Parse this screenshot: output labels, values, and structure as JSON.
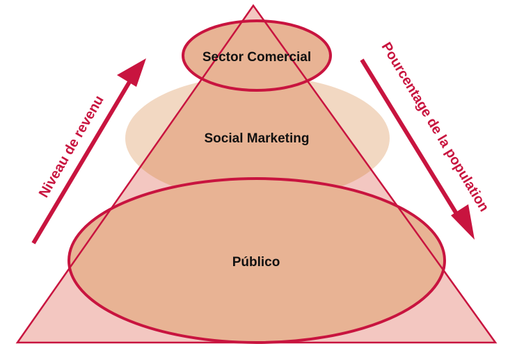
{
  "labels": {
    "top": "Sector Comercial",
    "middle": "Social Marketing",
    "bottom": "Público"
  },
  "arrows": {
    "left": "Niveau de revenu",
    "right": "Pourcentage de la population"
  },
  "colors": {
    "accent": "#c8143f",
    "triangle_fill": "#f3c7c1",
    "middle_ellipse_fill": "#f2d8c2",
    "overlap_fill": "#e8b394",
    "ellipse_fill": "#e8b394",
    "text": "#111111"
  }
}
